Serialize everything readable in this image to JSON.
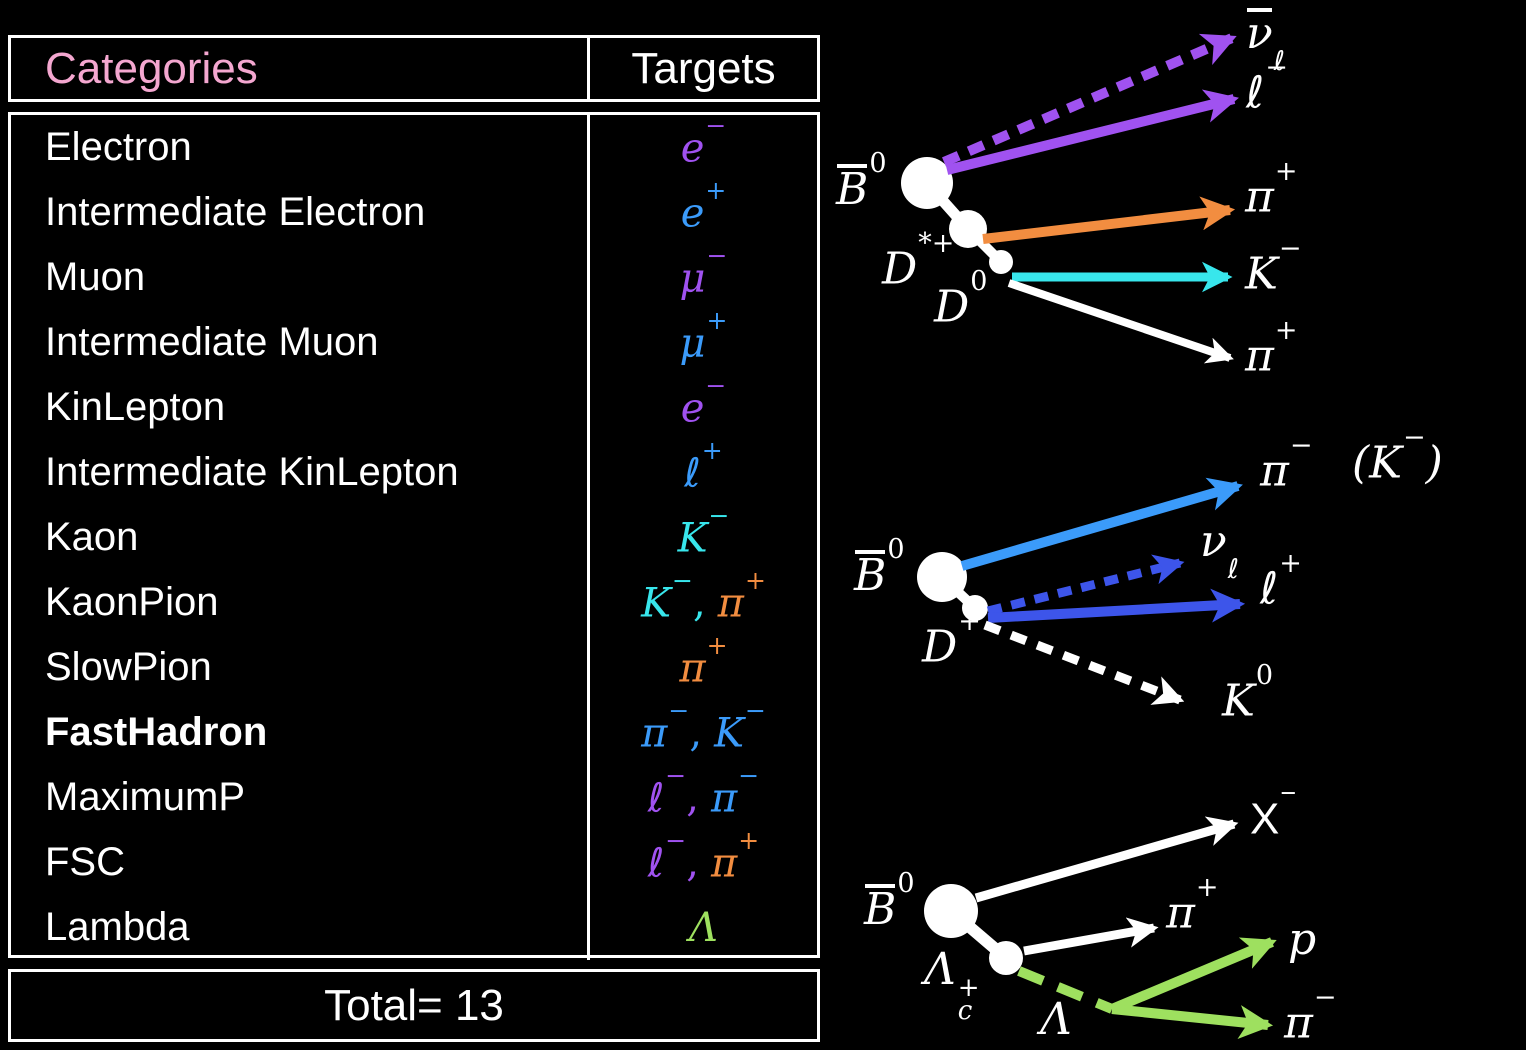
{
  "colors": {
    "background": "#000000",
    "white": "#ffffff",
    "pink": "#f4a7d0",
    "purple": "#a052f0",
    "blue": "#3b9bfa",
    "royal_blue": "#3d55ea",
    "cyan": "#38e6ec",
    "orange": "#f28d40",
    "green": "#9ee05f"
  },
  "table": {
    "header": {
      "categories": "Categories",
      "targets": "Targets"
    },
    "rows": [
      {
        "category": "Electron",
        "bold": false,
        "targets": [
          {
            "base": "e",
            "sup": "−",
            "color": "purple"
          }
        ]
      },
      {
        "category": "Intermediate Electron",
        "bold": false,
        "targets": [
          {
            "base": "e",
            "sup": "+",
            "color": "blue"
          }
        ]
      },
      {
        "category": "Muon",
        "bold": false,
        "targets": [
          {
            "base": "μ",
            "sup": "−",
            "color": "purple"
          }
        ]
      },
      {
        "category": "Intermediate Muon",
        "bold": false,
        "targets": [
          {
            "base": "μ",
            "sup": "+",
            "color": "blue"
          }
        ]
      },
      {
        "category": "KinLepton",
        "bold": false,
        "targets": [
          {
            "base": "e",
            "sup": "−",
            "color": "purple"
          }
        ]
      },
      {
        "category": "Intermediate KinLepton",
        "bold": false,
        "targets": [
          {
            "base": "ℓ",
            "sup": "+",
            "color": "blue"
          }
        ]
      },
      {
        "category": "Kaon",
        "bold": false,
        "targets": [
          {
            "base": "K",
            "sup": "−",
            "color": "cyan"
          }
        ]
      },
      {
        "category": "KaonPion",
        "bold": false,
        "targets": [
          {
            "base": "K",
            "sup": "−",
            "color": "cyan"
          },
          {
            "base": "π",
            "sup": "+",
            "color": "orange"
          }
        ]
      },
      {
        "category": "SlowPion",
        "bold": false,
        "targets": [
          {
            "base": "π",
            "sup": "+",
            "color": "orange"
          }
        ]
      },
      {
        "category": "FastHadron",
        "bold": true,
        "targets": [
          {
            "base": "π",
            "sup": "−",
            "color": "blue"
          },
          {
            "base": "K",
            "sup": "−",
            "color": "blue"
          }
        ]
      },
      {
        "category": "MaximumP",
        "bold": false,
        "targets": [
          {
            "base": "ℓ",
            "sup": "−",
            "color": "purple"
          },
          {
            "base": "π",
            "sup": "−",
            "color": "blue"
          }
        ]
      },
      {
        "category": "FSC",
        "bold": false,
        "targets": [
          {
            "base": "ℓ",
            "sup": "−",
            "color": "purple"
          },
          {
            "base": "π",
            "sup": "+",
            "color": "orange"
          }
        ]
      },
      {
        "category": "Lambda",
        "bold": false,
        "targets": [
          {
            "base": "Λ",
            "sup": "",
            "color": "green"
          }
        ]
      }
    ],
    "total_label": "Total= 13"
  },
  "diagrams": {
    "top": {
      "parent": {
        "base": "B",
        "sup": "0",
        "bar": true
      },
      "intermediate1": {
        "base": "D",
        "sup": "*+"
      },
      "intermediate2": {
        "base": "D",
        "sup": "0"
      },
      "products": {
        "nubar": {
          "base": "ν",
          "sub": "ℓ",
          "bar": true
        },
        "lepton": {
          "base": "ℓ",
          "sup": "−"
        },
        "pion1": {
          "base": "π",
          "sup": "+"
        },
        "kaon": {
          "base": "K",
          "sup": "−"
        },
        "pion2": {
          "base": "π",
          "sup": "+"
        }
      }
    },
    "middle": {
      "parent": {
        "base": "B",
        "sup": "0",
        "bar": true
      },
      "intermediate": {
        "base": "D",
        "sup": "+"
      },
      "products": {
        "pion": {
          "base": "π",
          "sup": "−"
        },
        "kaon_alt": {
          "pre": "(",
          "base": "K",
          "sup": "−",
          "post": ")"
        },
        "nu": {
          "base": "ν",
          "sub": "ℓ"
        },
        "lepton": {
          "base": "ℓ",
          "sup": "+"
        },
        "k0": {
          "base": "K",
          "sup": "0"
        }
      }
    },
    "bottom": {
      "parent": {
        "base": "B",
        "sup": "0",
        "bar": true
      },
      "intermediate": {
        "base": "Λ",
        "sup": "+",
        "sub": "c"
      },
      "lambda": {
        "base": "Λ"
      },
      "products": {
        "x": {
          "base": "X",
          "sup": "−"
        },
        "pi_plus": {
          "base": "π",
          "sup": "+"
        },
        "proton": {
          "base": "p"
        },
        "pi_minus": {
          "base": "π",
          "sup": "−"
        }
      }
    }
  }
}
